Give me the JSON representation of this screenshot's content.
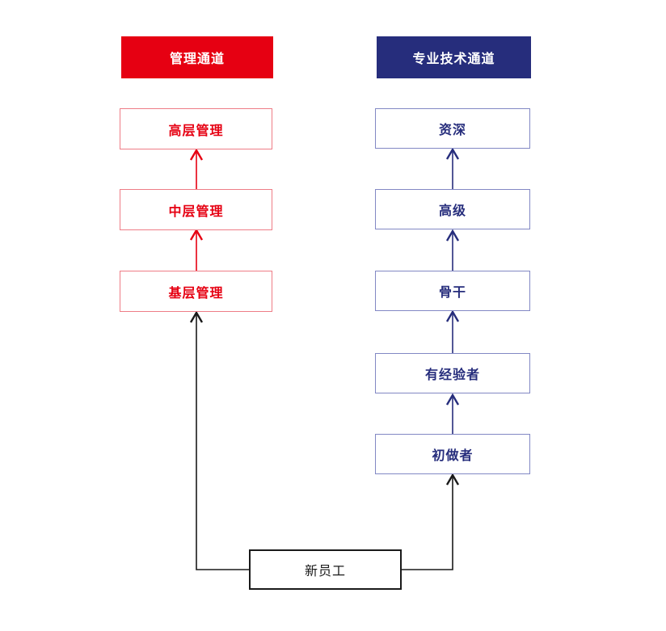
{
  "diagram": {
    "type": "career-path-flowchart",
    "management_channel": {
      "title": "管理通道",
      "levels": [
        "高层管理",
        "中层管理",
        "基层管理"
      ]
    },
    "technical_channel": {
      "title": "专业技术通道",
      "levels": [
        "资深",
        "高级",
        "骨干",
        "有经验者",
        "初做者"
      ]
    },
    "entry": {
      "label": "新员工"
    },
    "colors": {
      "management_fill": "#e60012",
      "management_border": "#ee7c86",
      "management_text": "#e60012",
      "technical_fill": "#262d7c",
      "technical_border": "#8288c4",
      "technical_text": "#262d7c",
      "entry_border": "#1a1a1a",
      "background": "#ffffff"
    }
  }
}
